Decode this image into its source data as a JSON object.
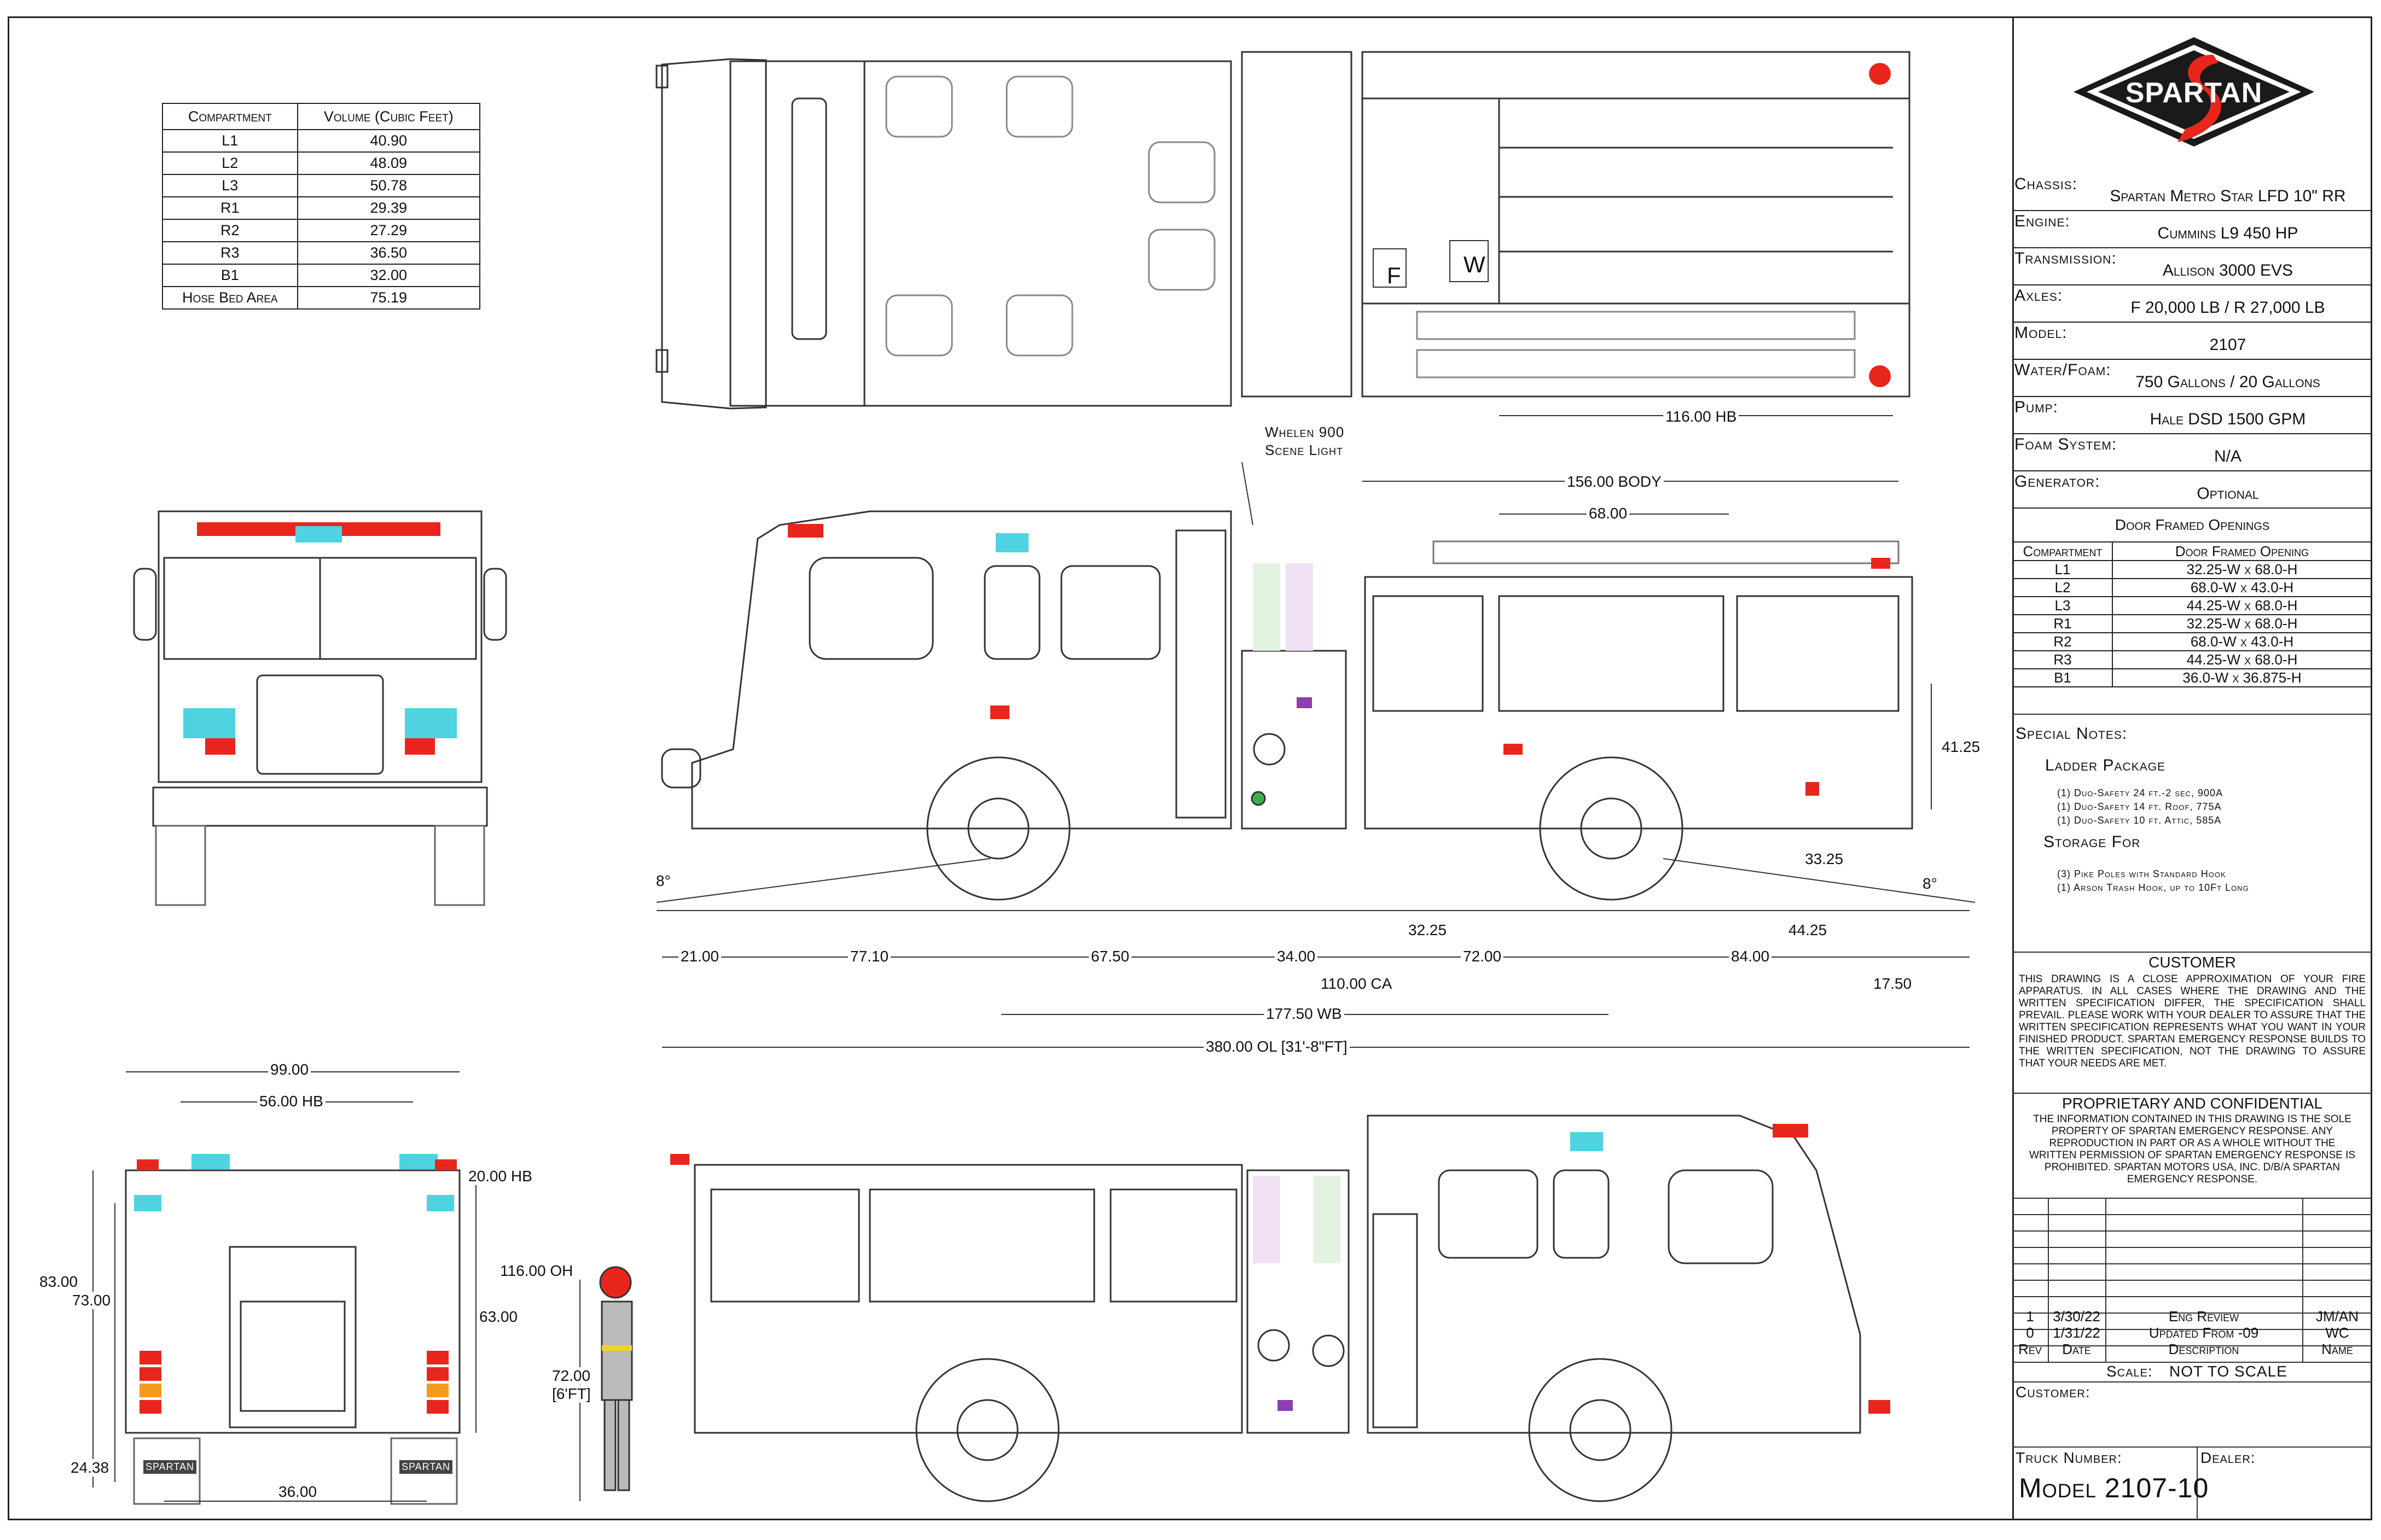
{
  "compartment_table": {
    "headers": [
      "Compartment",
      "Volume (Cubic Feet)"
    ],
    "rows": [
      [
        "L1",
        "40.90"
      ],
      [
        "L2",
        "48.09"
      ],
      [
        "L3",
        "50.78"
      ],
      [
        "R1",
        "29.39"
      ],
      [
        "R2",
        "27.29"
      ],
      [
        "R3",
        "36.50"
      ],
      [
        "B1",
        "32.00"
      ],
      [
        "Hose Bed Area",
        "75.19"
      ]
    ]
  },
  "title_block": {
    "brand": "SPARTAN",
    "specs": [
      {
        "label": "Chassis:",
        "value": "Spartan Metro Star LFD 10\" RR"
      },
      {
        "label": "Engine:",
        "value": "Cummins L9 450 HP"
      },
      {
        "label": "Transmission:",
        "value": "Allison 3000 EVS"
      },
      {
        "label": "Axles:",
        "value": "F 20,000 LB / R 27,000 LB"
      },
      {
        "label": "Model:",
        "value": "2107"
      },
      {
        "label": "Water/Foam:",
        "value": "750 Gallons / 20 Gallons"
      },
      {
        "label": "Pump:",
        "value": "Hale DSD 1500 GPM"
      },
      {
        "label": "Foam System:",
        "value": "N/A"
      },
      {
        "label": "Generator:",
        "value": "Optional"
      }
    ],
    "door_title": "Door Framed Openings",
    "door_headers": [
      "Compartment",
      "Door Framed Opening"
    ],
    "door_rows": [
      [
        "L1",
        "32.25-W x 68.0-H"
      ],
      [
        "L2",
        "68.0-W x 43.0-H"
      ],
      [
        "L3",
        "44.25-W x 68.0-H"
      ],
      [
        "R1",
        "32.25-W x 68.0-H"
      ],
      [
        "R2",
        "68.0-W x 43.0-H"
      ],
      [
        "R3",
        "44.25-W x 68.0-H"
      ],
      [
        "B1",
        "36.0-W x 36.875-H"
      ]
    ],
    "special_notes_label": "Special Notes:",
    "ladder_heading": "Ladder Package",
    "ladder_items": [
      "(1) Duo-Safety 24 ft.-2 sec, 900A",
      "(1) Duo-Safety 14 ft. Roof, 775A",
      "(1) Duo-Safety 10 ft. Attic, 585A"
    ],
    "storage_heading": "Storage For",
    "storage_items": [
      "(3) Pike Poles with Standard Hook",
      "(1) Arson Trash Hook, up to 10Ft Long"
    ],
    "customer_heading": "CUSTOMER",
    "customer_text": "THIS DRAWING IS A CLOSE APPROXIMATION OF YOUR FIRE APPARATUS. IN ALL CASES WHERE THE DRAWING AND THE WRITTEN SPECIFICATION DIFFER, THE SPECIFICATION SHALL PREVAIL. PLEASE WORK WITH YOUR DEALER TO ASSURE THAT THE WRITTEN SPECIFICATION REPRESENTS WHAT YOU WANT IN YOUR FINISHED PRODUCT. SPARTAN EMERGENCY RESPONSE BUILDS TO THE WRITTEN SPECIFICATION, NOT THE DRAWING TO ASSURE THAT YOUR NEEDS ARE MET.",
    "proprietary_heading": "PROPRIETARY AND CONFIDENTIAL",
    "proprietary_text": "THE INFORMATION CONTAINED IN THIS DRAWING IS THE SOLE PROPERTY OF SPARTAN EMERGENCY RESPONSE. ANY REPRODUCTION IN PART OR AS A WHOLE WITHOUT THE WRITTEN PERMISSION OF SPARTAN EMERGENCY RESPONSE IS PROHIBITED. SPARTAN MOTORS USA, INC. D/B/A SPARTAN EMERGENCY RESPONSE.",
    "revisions": [
      {
        "rev": "1",
        "date": "3/30/22",
        "desc": "Eng Review",
        "name": "JM/AN"
      },
      {
        "rev": "0",
        "date": "1/31/22",
        "desc": "Updated From -09",
        "name": "WC"
      }
    ],
    "rev_headers": {
      "rev": "Rev",
      "date": "Date",
      "desc": "Description",
      "name": "Name"
    },
    "scale_label": "Scale:",
    "scale_value": "NOT TO SCALE",
    "customer_label": "Customer:",
    "truck_number_label": "Truck Number:",
    "dealer_label": "Dealer:",
    "model_number": "Model 2107-10"
  },
  "plan_view": {
    "f_label": "F",
    "w_label": "W",
    "hb_dim": "116.00 HB",
    "callout": [
      "Whelen 900",
      "Scene Light"
    ]
  },
  "side_view": {
    "body_dim": "156.00 BODY",
    "top_dim": "68.00",
    "height_dim": "41.25",
    "rear_dim": "33.25",
    "angle_front": "8°",
    "angle_rear": "8°",
    "row1": [
      "21.00",
      "77.10",
      "67.50",
      "34.00",
      "72.00",
      "84.00"
    ],
    "dim_3225": "32.25",
    "dim_4425": "44.25",
    "ca_dim": "110.00 CA",
    "overhang_dim": "17.50",
    "wb_dim": "177.50 WB",
    "ol_dim": "380.00 OL [31'-8\"FT]"
  },
  "rear_view": {
    "width_dim": "99.00",
    "hb_dim": "56.00 HB",
    "hb_height": "20.00 HB",
    "oh_dim": "116.00 OH",
    "d83": "83.00",
    "d73": "73.00",
    "d63": "63.00",
    "d2438": "24.38",
    "d36": "36.00",
    "person_height": "72.00",
    "person_height_ft": "[6'FT]",
    "badge": "SPARTAN"
  },
  "colors": {
    "red": "#e8261c",
    "cyan": "#4fd3e0",
    "orange": "#f39a1f",
    "purple": "#8b3fb0",
    "green": "#3fae49",
    "line": "#333333"
  }
}
